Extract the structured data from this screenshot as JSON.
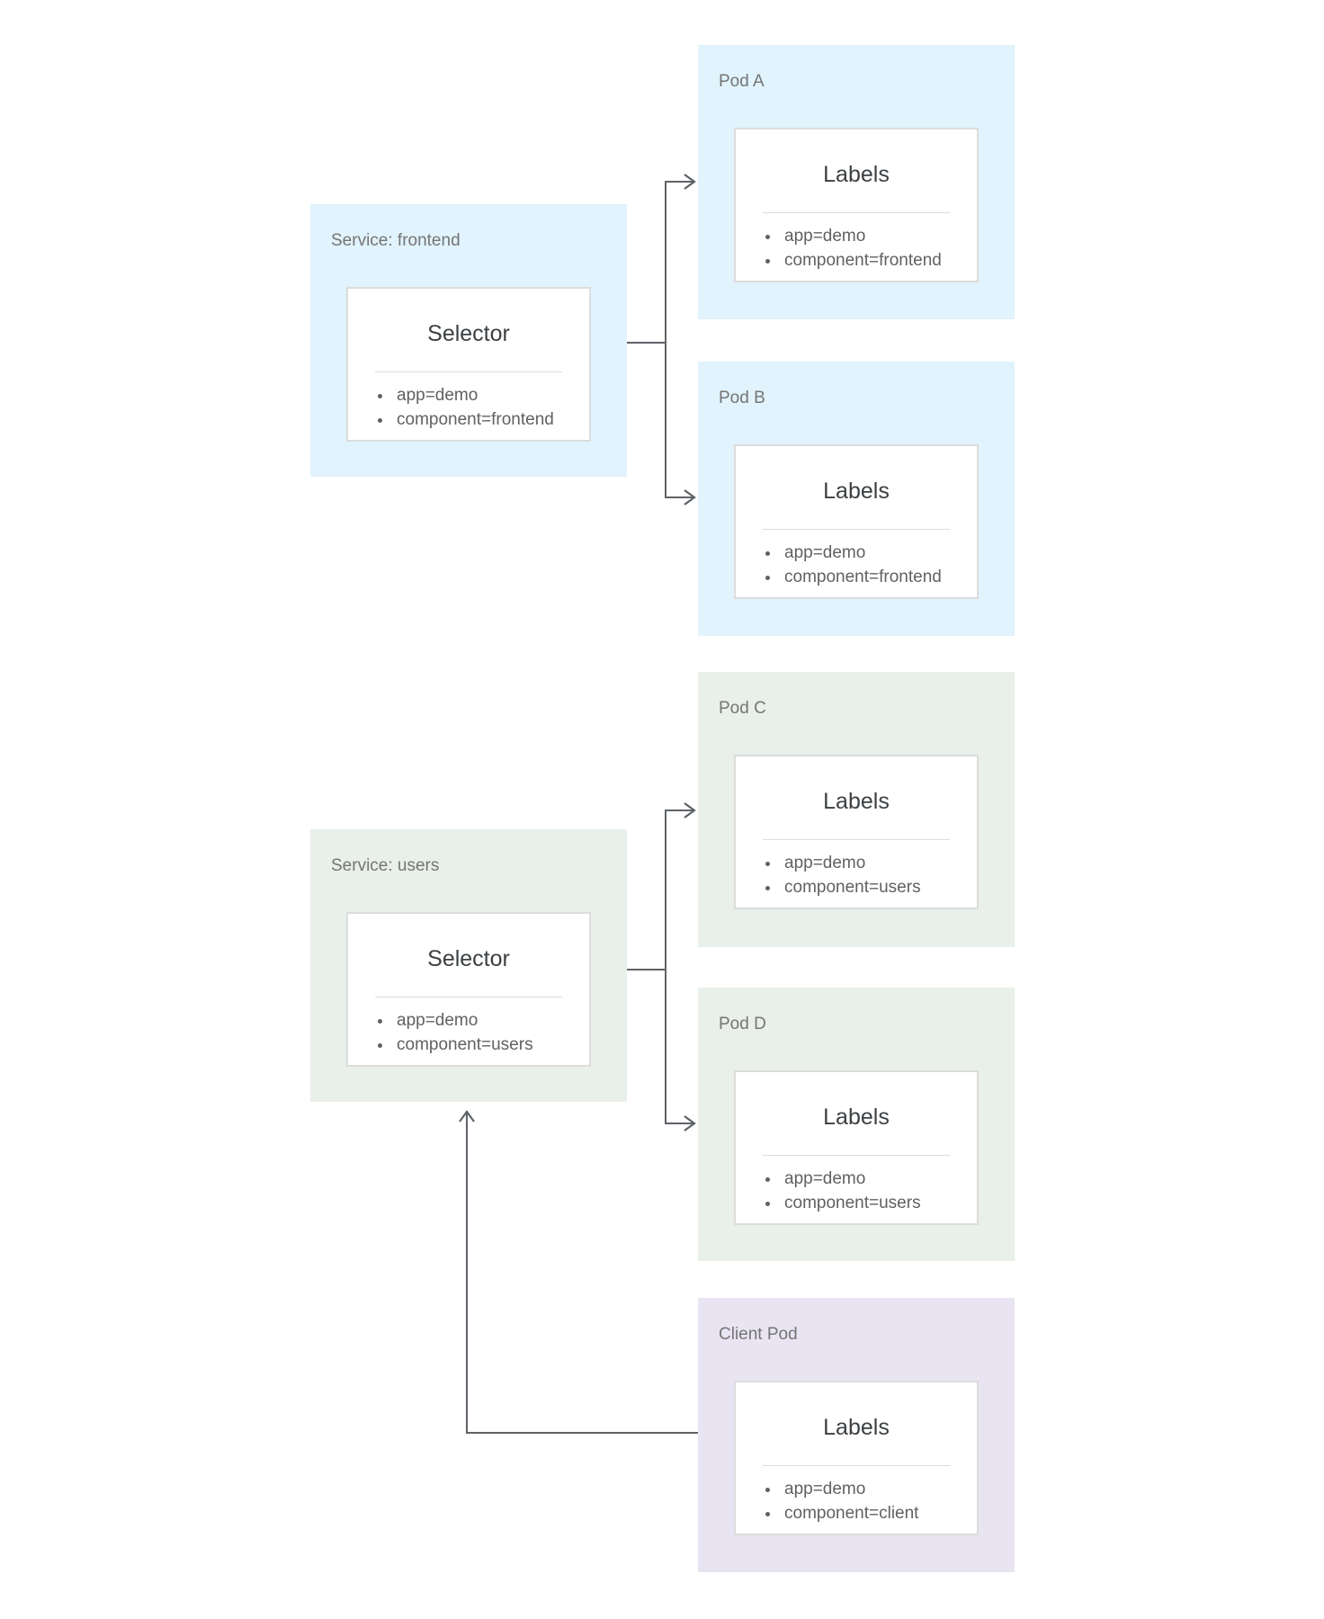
{
  "diagram_type": "kubernetes-service-label-selector-diagram",
  "colors": {
    "frontend_fill": "#E1F3FC",
    "users_fill": "#E8F0E9",
    "client_fill": "#E9E4F2",
    "card_fill": "#FFFFFF",
    "card_border": "#DCDCDC",
    "divider": "#DADCE0",
    "connector": "#5F6368",
    "title_text": "#757575",
    "heading_text": "#3C4043",
    "item_text": "#616161"
  },
  "boxes": {
    "service_frontend": {
      "title": "Service: frontend",
      "card_title": "Selector",
      "items": [
        "app=demo",
        "component=frontend"
      ]
    },
    "pod_a": {
      "title": "Pod A",
      "card_title": "Labels",
      "items": [
        "app=demo",
        "component=frontend"
      ]
    },
    "pod_b": {
      "title": "Pod B",
      "card_title": "Labels",
      "items": [
        "app=demo",
        "component=frontend"
      ]
    },
    "service_users": {
      "title": "Service: users",
      "card_title": "Selector",
      "items": [
        "app=demo",
        "component=users"
      ]
    },
    "pod_c": {
      "title": "Pod C",
      "card_title": "Labels",
      "items": [
        "app=demo",
        "component=users"
      ]
    },
    "pod_d": {
      "title": "Pod D",
      "card_title": "Labels",
      "items": [
        "app=demo",
        "component=users"
      ]
    },
    "client_pod": {
      "title": "Client Pod",
      "card_title": "Labels",
      "items": [
        "app=demo",
        "component=client"
      ]
    }
  },
  "connections": [
    {
      "from": "service_frontend",
      "to": "pod_a",
      "style": "arrow"
    },
    {
      "from": "service_frontend",
      "to": "pod_b",
      "style": "arrow"
    },
    {
      "from": "service_users",
      "to": "pod_c",
      "style": "arrow"
    },
    {
      "from": "service_users",
      "to": "pod_d",
      "style": "arrow"
    },
    {
      "from": "client_pod",
      "to": "service_users",
      "style": "arrow"
    }
  ]
}
